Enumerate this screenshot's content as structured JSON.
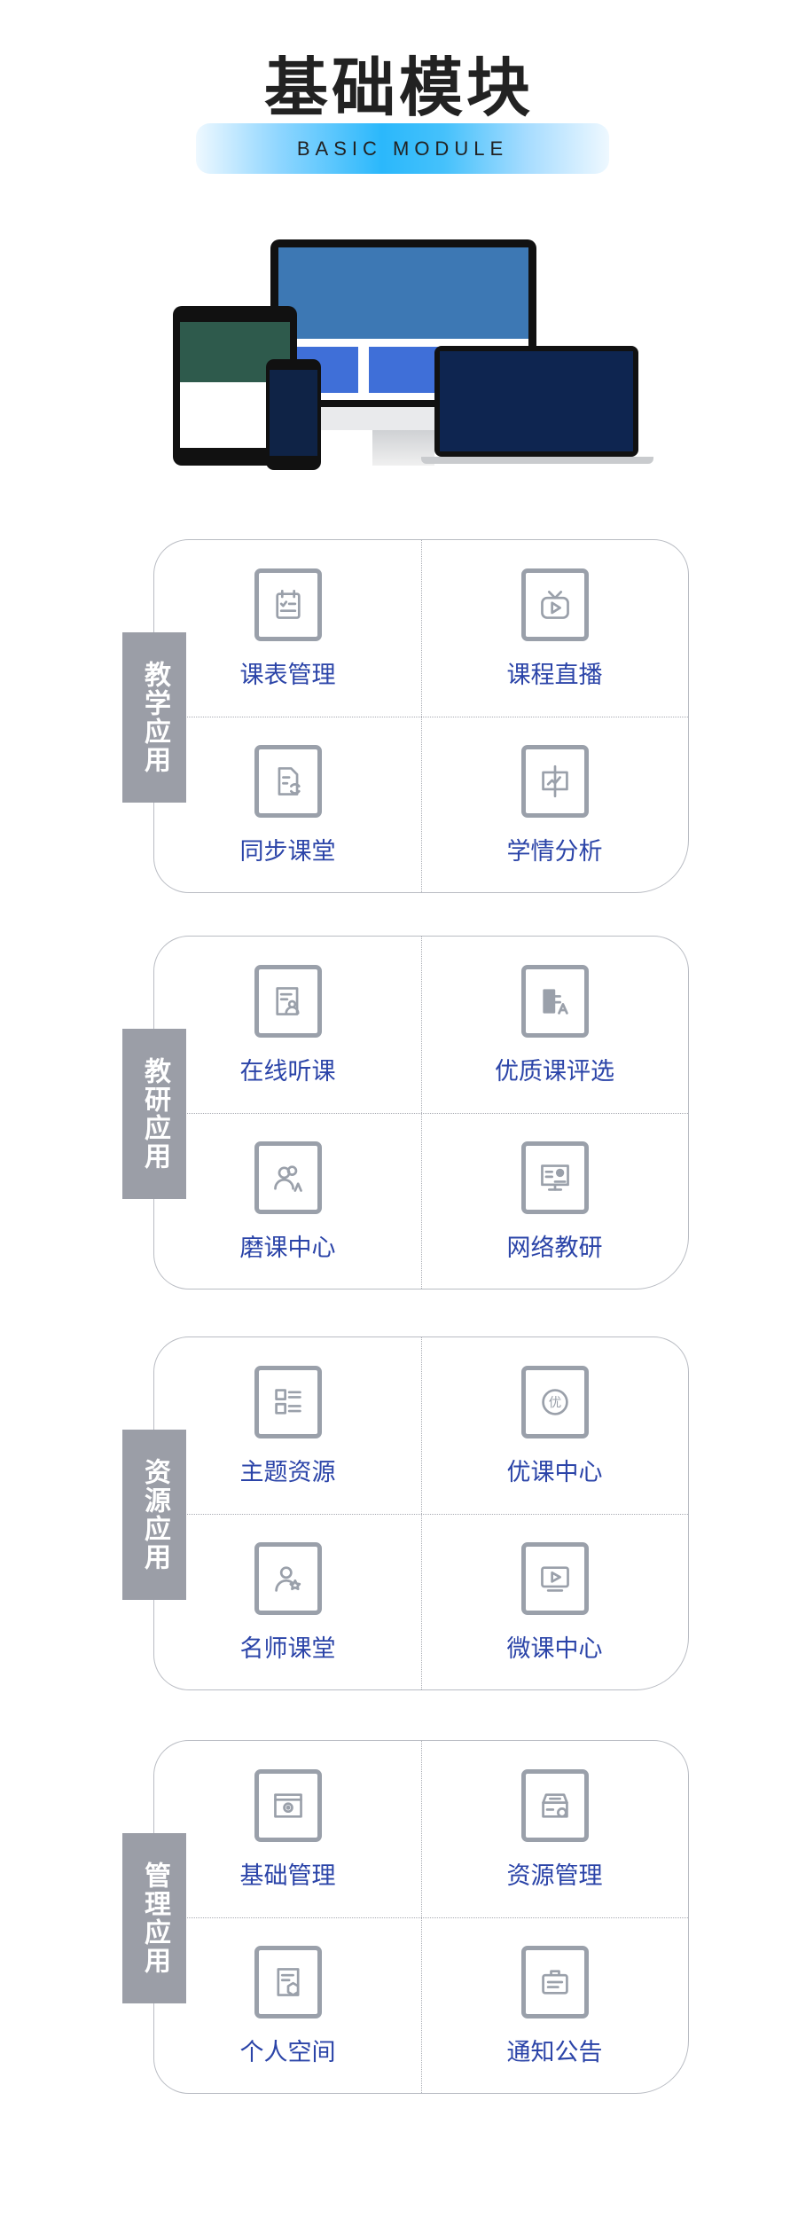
{
  "header": {
    "title": "基础模块",
    "subtitle": "BASIC MODULE"
  },
  "colors": {
    "accent": "#2bb8fb",
    "label_text": "#2b44a8",
    "icon_gray": "#9aa0aa",
    "tab_bg": "#9b9ea7"
  },
  "sections": [
    {
      "name": "教学应用",
      "items": [
        {
          "label": "课表管理",
          "icon": "calendar-icon"
        },
        {
          "label": "课程直播",
          "icon": "tv-play-icon"
        },
        {
          "label": "同步课堂",
          "icon": "document-sync-icon"
        },
        {
          "label": "学情分析",
          "icon": "chart-board-icon"
        }
      ]
    },
    {
      "name": "教研应用",
      "items": [
        {
          "label": "在线听课",
          "icon": "document-user-icon"
        },
        {
          "label": "优质课评选",
          "icon": "text-a-icon"
        },
        {
          "label": "磨课中心",
          "icon": "users-a-icon"
        },
        {
          "label": "网络教研",
          "icon": "monitor-user-icon"
        }
      ]
    },
    {
      "name": "资源应用",
      "items": [
        {
          "label": "主题资源",
          "icon": "list-icon"
        },
        {
          "label": "优课中心",
          "icon": "badge-you-icon"
        },
        {
          "label": "名师课堂",
          "icon": "teacher-star-icon"
        },
        {
          "label": "微课中心",
          "icon": "monitor-play-icon"
        }
      ]
    },
    {
      "name": "管理应用",
      "items": [
        {
          "label": "基础管理",
          "icon": "window-gear-icon"
        },
        {
          "label": "资源管理",
          "icon": "drawer-gear-icon"
        },
        {
          "label": "个人空间",
          "icon": "document-box-icon"
        },
        {
          "label": "通知公告",
          "icon": "notice-icon"
        }
      ]
    }
  ]
}
